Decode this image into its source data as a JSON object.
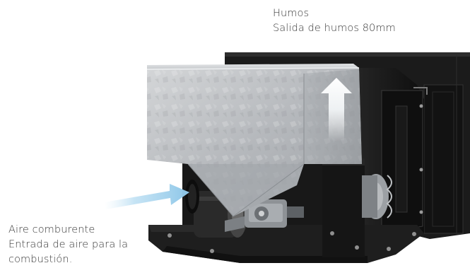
{
  "labels": {
    "humos": {
      "title": "Humos",
      "subtitle": "Salida de humos 80mm"
    },
    "aire": {
      "title": "Aire comburente",
      "line2": "Entrada de aire para la",
      "line3": "combustión."
    }
  },
  "colors": {
    "background": "#ffffff",
    "text": "#3a3a3a",
    "hopper": "#b9bcc0",
    "body": "#161616",
    "airflow_arrow": "#9fd0ec",
    "smoke_arrow": "#e8ecef"
  },
  "illustration": {
    "subject": "pellet-burner-unit",
    "icons": [
      "airflow-arrow-icon",
      "smoke-arrow-icon"
    ]
  }
}
